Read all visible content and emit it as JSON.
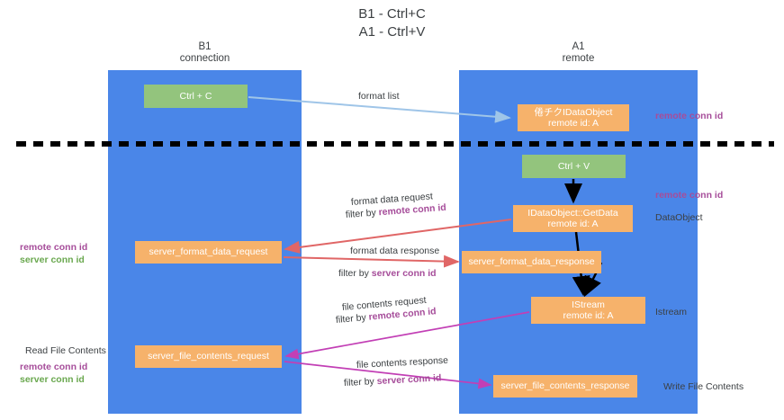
{
  "title": "B1 - Ctrl+C\nA1 - Ctrl+V",
  "lanes": {
    "b1": {
      "head": "B1\nconnection",
      "color": "#4a86e8"
    },
    "a1": {
      "head": "A1\nremote",
      "color": "#4a86e8"
    }
  },
  "colors": {
    "lane_blue": "#4a86e8",
    "node_green": "#93c47d",
    "node_orange": "#f6b26b",
    "accent_purple": "#a64d9a",
    "accent_green": "#6aa84f",
    "arrow_blue": "#9fc5e8",
    "arrow_red": "#e06666",
    "arrow_magenta": "#c23fb5",
    "arrow_black": "#000000",
    "divider": "#000000",
    "text": "#3c4043"
  },
  "nodes": {
    "ctrl_c": {
      "label": "Ctrl + C",
      "style": "green"
    },
    "idataobject": {
      "label": "倦チクIDataObject",
      "sub": "remote id: A",
      "style": "orange"
    },
    "ctrl_v": {
      "label": "Ctrl + V",
      "style": "green"
    },
    "getdata": {
      "label": "IDataObject::GetData",
      "sub": "remote id: A",
      "style": "orange"
    },
    "server_format_data_request": {
      "label": "server_format_data_request",
      "style": "orange"
    },
    "server_format_data_response": {
      "label": "server_format_data_response",
      "style": "orange"
    },
    "istream": {
      "label": "IStream",
      "sub": "remote id: A",
      "style": "orange"
    },
    "server_file_contents_request": {
      "label": "server_file_contents_request",
      "style": "orange"
    },
    "server_file_contents_response": {
      "label": "server_file_contents_response",
      "style": "orange"
    }
  },
  "edge_labels": {
    "format_list": "format list",
    "format_data_request": "format data request",
    "format_data_request_filter_prefix": "filter by ",
    "format_data_request_filter_key": "remote conn id",
    "format_data_response": "format data response",
    "format_data_response_filter_prefix": "filter by ",
    "format_data_response_filter_key": "server conn id",
    "file_contents_request": "file contents request",
    "file_contents_request_filter_prefix": "filter by ",
    "file_contents_request_filter_key": "remote conn id",
    "file_contents_response": "file contents response",
    "file_contents_response_filter_prefix": "filter by ",
    "file_contents_response_filter_key": "server conn id"
  },
  "right_annotations": {
    "remote_conn_id_top": "remote conn id",
    "remote_conn_id_mid": "remote conn id",
    "dataobject": "DataObject",
    "istream": "Istream",
    "write_file_contents": "Write File Contents"
  },
  "left_annotations": {
    "remote_conn_id_1": "remote conn id",
    "server_conn_id_1": "server conn id",
    "read_file_contents": "Read File Contents",
    "remote_conn_id_2": "remote conn id",
    "server_conn_id_2": "server conn id"
  }
}
